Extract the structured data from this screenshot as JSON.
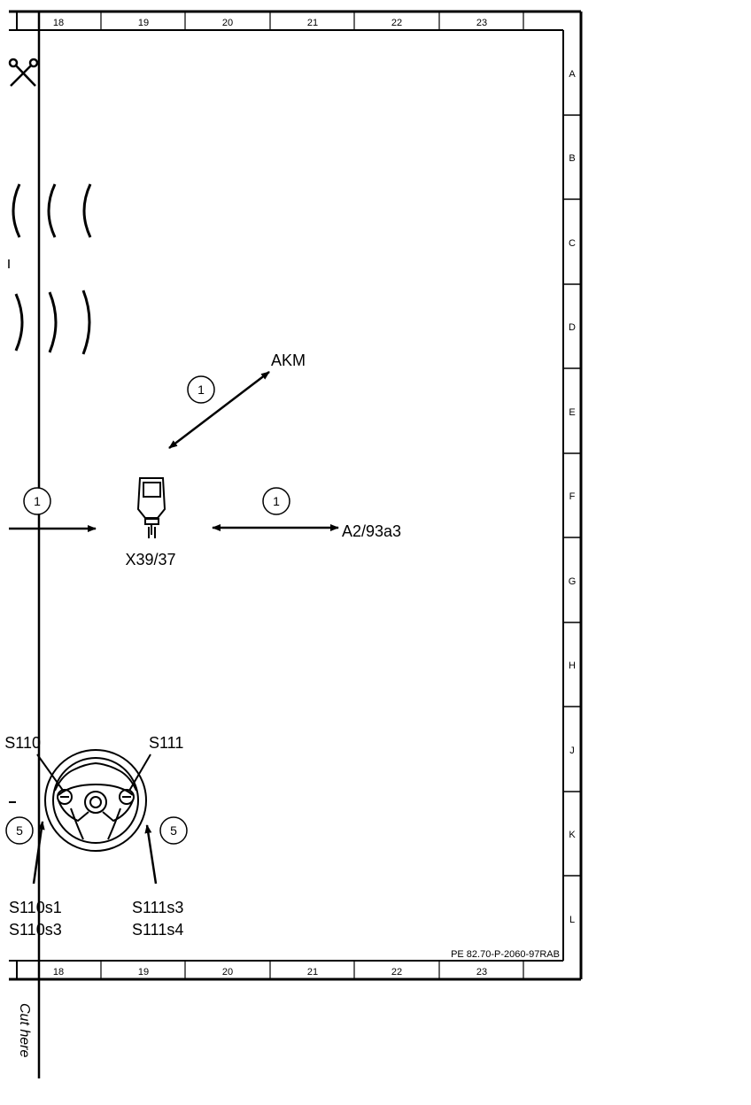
{
  "frame": {
    "columns": [
      "18",
      "19",
      "20",
      "21",
      "22",
      "23"
    ],
    "rows": [
      "A",
      "B",
      "C",
      "D",
      "E",
      "F",
      "G",
      "H",
      "J",
      "K",
      "L"
    ],
    "drawing_ref": "PE 82.70-P-2060-97RAB",
    "cut_text": "Cut here"
  },
  "components": {
    "connector": "X39/37",
    "akm": "AKM",
    "a2": "A2/93a3",
    "left_switch": "S110",
    "right_switch": "S111",
    "left_buttons_1": "S110s1",
    "left_buttons_2": "S110s3",
    "right_buttons_1": "S111s3",
    "right_buttons_2": "S111s4"
  },
  "callouts": {
    "akm_link": "1",
    "a2_link": "1",
    "left_link": "1",
    "left_switch_link": "5",
    "right_switch_link": "5"
  },
  "colors": {
    "line": "#000000",
    "background": "#ffffff"
  }
}
